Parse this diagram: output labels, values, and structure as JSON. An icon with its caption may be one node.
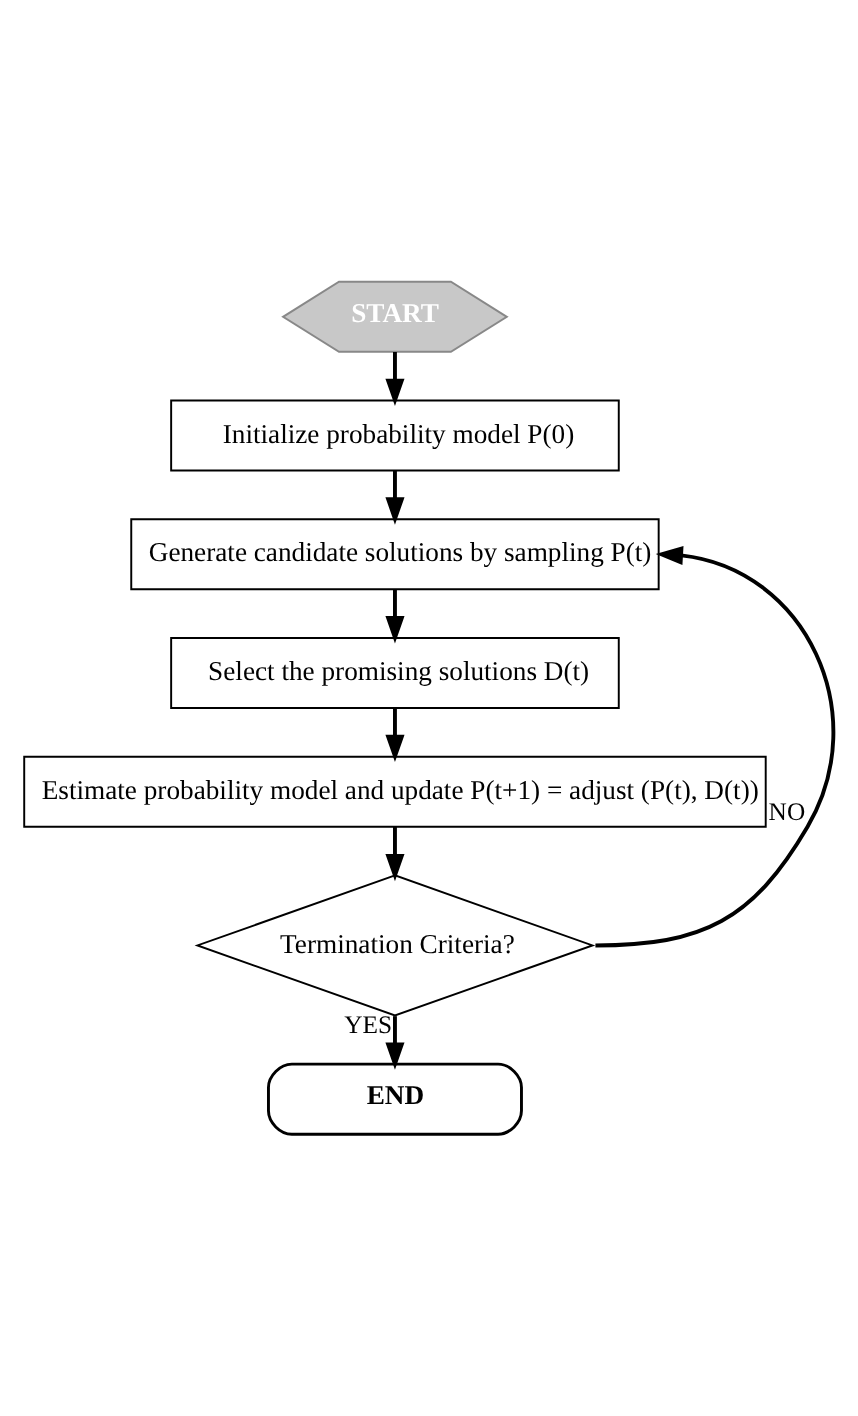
{
  "diagram": {
    "nodes": [
      {
        "text": [
          "START"
        ]
      },
      {
        "text": [
          "Initialize probability model P(0)"
        ]
      },
      {
        "text": [
          "Generate candidate solutions by sampling P(t)"
        ]
      },
      {
        "text": [
          "Select the promising solutions D(t)"
        ]
      },
      {
        "text": [
          "Estimate probability model and update P(t+1) = adjust (P(t), D(t))"
        ]
      },
      {
        "text": [
          "Termination Criteria?"
        ]
      },
      {
        "text": [
          "END"
        ]
      }
    ],
    "edges": [
      {
        "from": 0,
        "to": 1,
        "arrow": "to"
      },
      {
        "from": 1,
        "to": 2,
        "arrow": "to"
      },
      {
        "from": 2,
        "to": 3,
        "arrow": "to"
      },
      {
        "from": 3,
        "to": 4,
        "arrow": "to"
      },
      {
        "from": 4,
        "to": 5,
        "arrow": "to"
      },
      {
        "from": 5,
        "to": 2,
        "arrow": "to",
        "label": "NO"
      },
      {
        "from": 5,
        "to": 6,
        "arrow": "to",
        "label": "YES"
      }
    ]
  }
}
